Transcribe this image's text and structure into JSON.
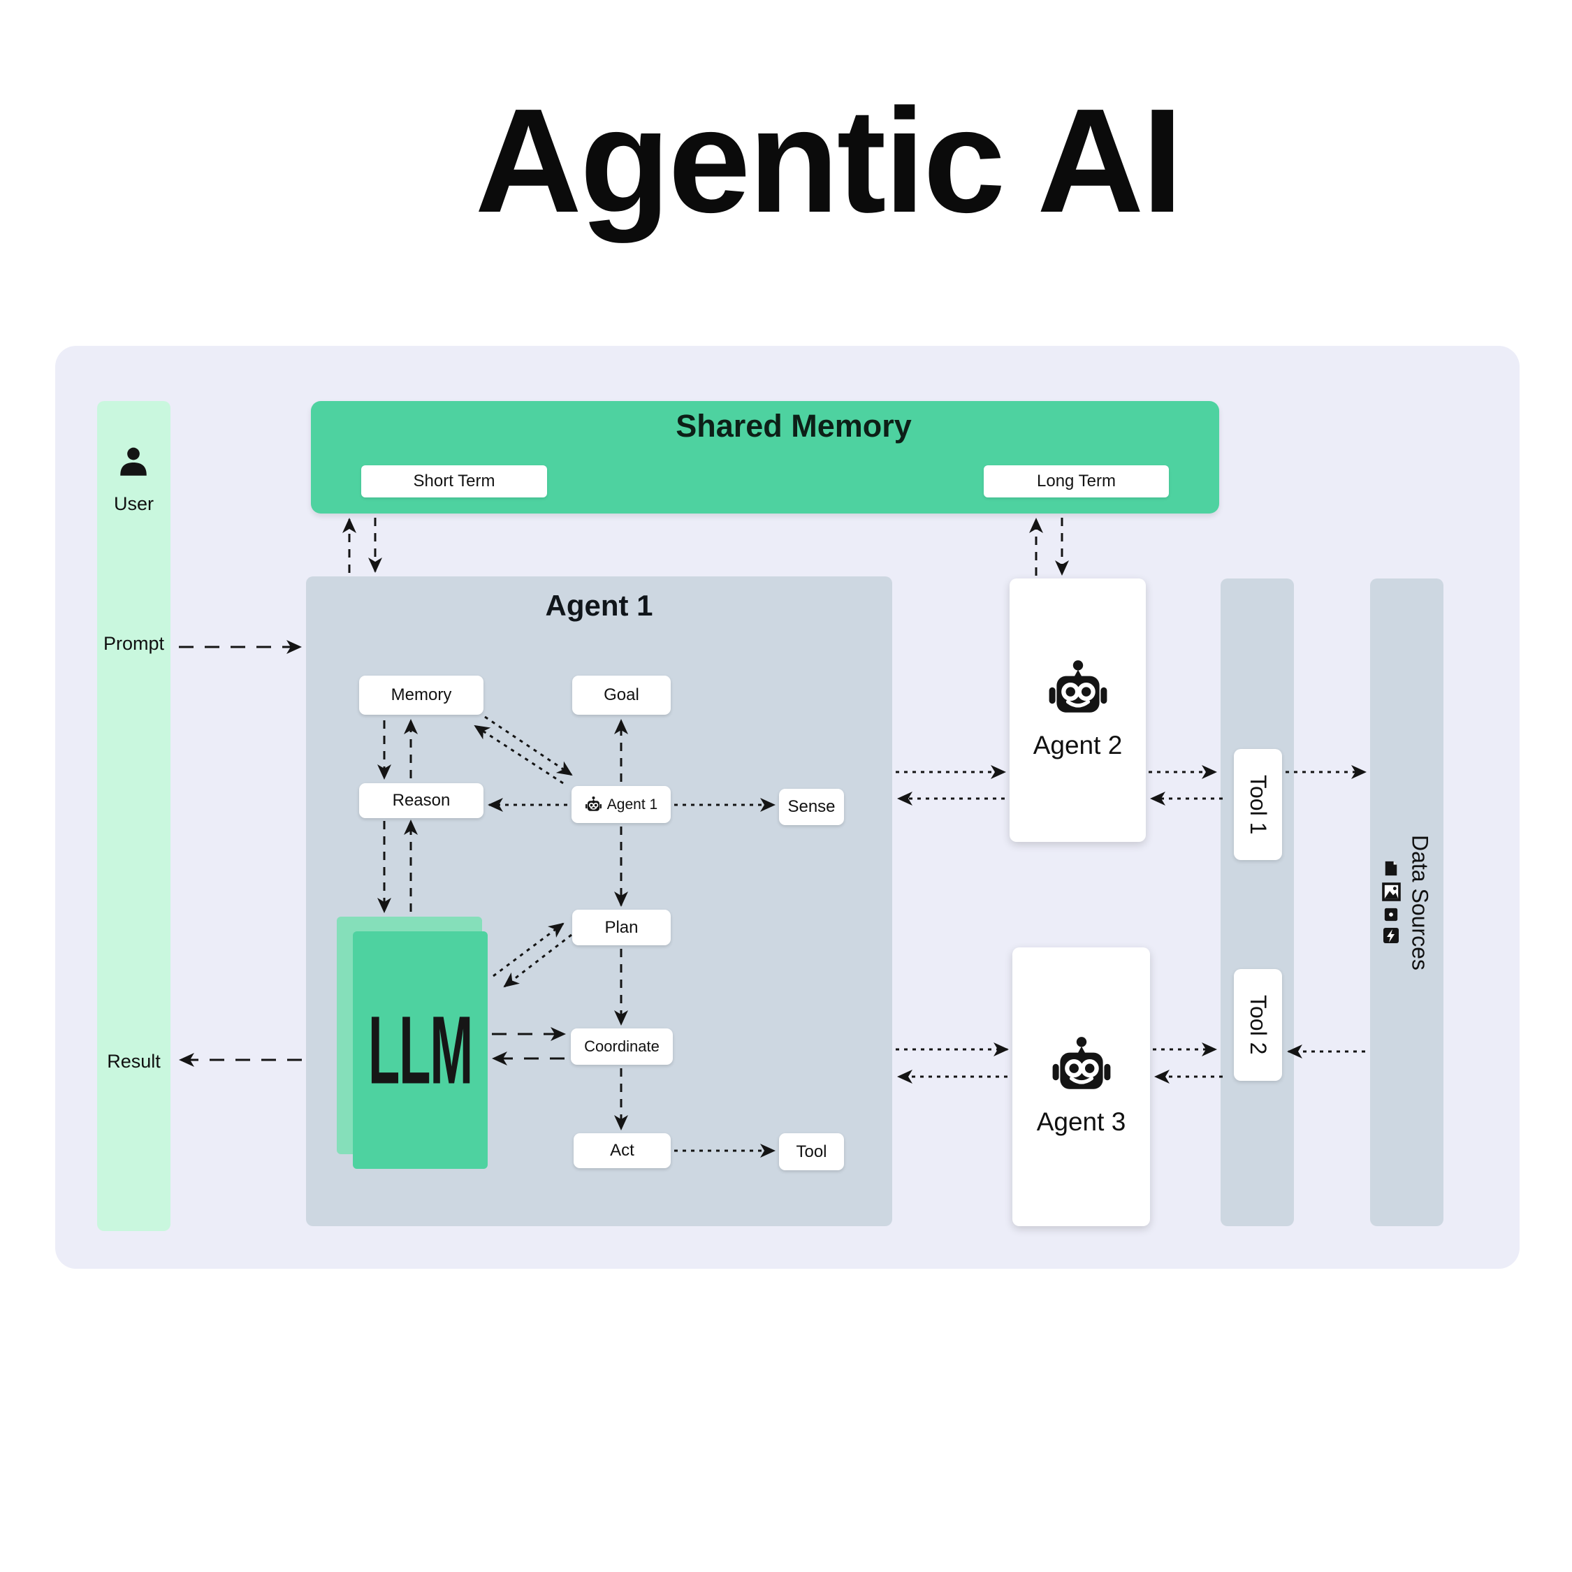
{
  "title": "Agentic AI",
  "left_rail": {
    "user": "User",
    "prompt": "Prompt",
    "result": "Result"
  },
  "shared_memory": {
    "title": "Shared Memory",
    "short_term": "Short Term",
    "long_term": "Long Term"
  },
  "agent1": {
    "title": "Agent 1",
    "nodes": {
      "memory": "Memory",
      "goal": "Goal",
      "reason": "Reason",
      "agent": "Agent 1",
      "sense": "Sense",
      "plan": "Plan",
      "coordinate": "Coordinate",
      "act": "Act",
      "tool": "Tool",
      "llm": "LLM"
    }
  },
  "agent2": {
    "label": "Agent 2"
  },
  "agent3": {
    "label": "Agent 3"
  },
  "tools": {
    "tool1": "Tool 1",
    "tool2": "Tool 2"
  },
  "data_sources": {
    "label": "Data Sources"
  },
  "icons": {
    "user": "user-icon",
    "agents": "robot-icon",
    "data_sources": [
      "document-icon",
      "image-icon",
      "database-icon",
      "lightning-icon"
    ]
  },
  "colors": {
    "accent_green": "#4ed2a0",
    "light_green": "#85dfba",
    "mint": "#c9f7de",
    "panel_lavender": "#ecedf8",
    "node_gray": "#cdd7e1",
    "ink": "#141414"
  }
}
